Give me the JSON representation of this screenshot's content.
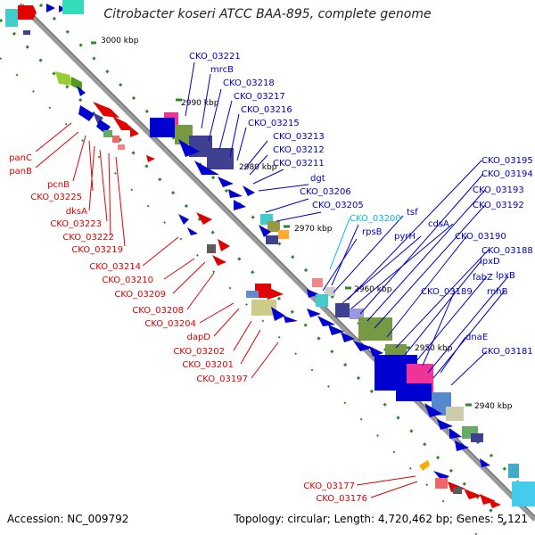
{
  "title": "Citrobacter koseri ATCC BAA-895, complete genome",
  "footer": {
    "accession": "Accession: NC_009792",
    "topology": "Topology: circular; Length: 4,720,462 bp; Genes: 5,121"
  },
  "colors": {
    "forward_gene": "#e00000",
    "reverse_gene": "#0000d0",
    "label_red": "#e00000",
    "label_blue": "#0000c0",
    "label_cyan": "#00bbee",
    "backbone": "#8a8a8a",
    "tick": "#2a8a2a"
  },
  "kbp_labels": [
    "3000 kbp",
    "2990 kbp",
    "2980 kbp",
    "2970 kbp",
    "2960 kbp",
    "2950 kbp",
    "2940 kbp"
  ],
  "left_labels": [
    "panC",
    "panB",
    "pcnB",
    "CKO_03225",
    "dksA",
    "CKO_03223",
    "CKO_03222",
    "CKO_03219",
    "CKO_03214",
    "CKO_03210",
    "CKO_03209",
    "CKO_03208",
    "CKO_03204",
    "dapD",
    "CKO_03202",
    "CKO_03201",
    "CKO_03197",
    "CKO_03177",
    "CKO_03176"
  ],
  "right_labels": [
    "CKO_03221",
    "mrcB",
    "CKO_03218",
    "CKO_03217",
    "CKO_03216",
    "CKO_03215",
    "CKO_03213",
    "CKO_03212",
    "CKO_03211",
    "dgt",
    "CKO_03206",
    "CKO_03205",
    "CKO_03200",
    "tsf",
    "rpsB",
    "pyrH",
    "cdsA",
    "CKO_03195",
    "CKO_03194",
    "CKO_03193",
    "CKO_03192",
    "CKO_03190",
    "CKO_03188",
    "lpxD",
    "fabZ",
    "lpxB",
    "CKO_03189",
    "rnhB",
    "dnaE",
    "CKO_03181"
  ]
}
